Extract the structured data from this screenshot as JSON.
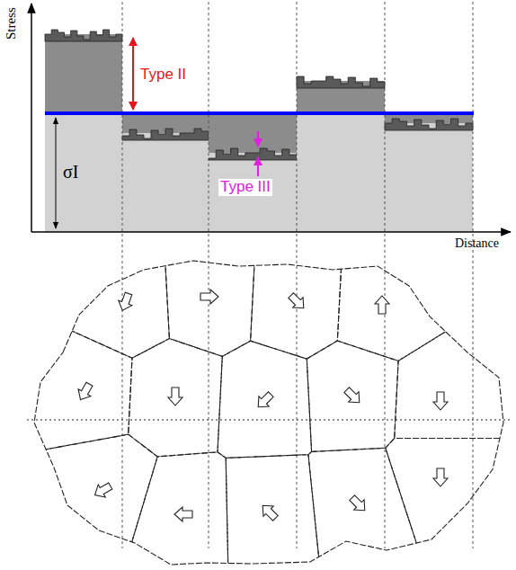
{
  "diagram": {
    "labels": [
      "Stress",
      "Distance",
      "σI",
      "Type II",
      "Type III"
    ]
  }
}
